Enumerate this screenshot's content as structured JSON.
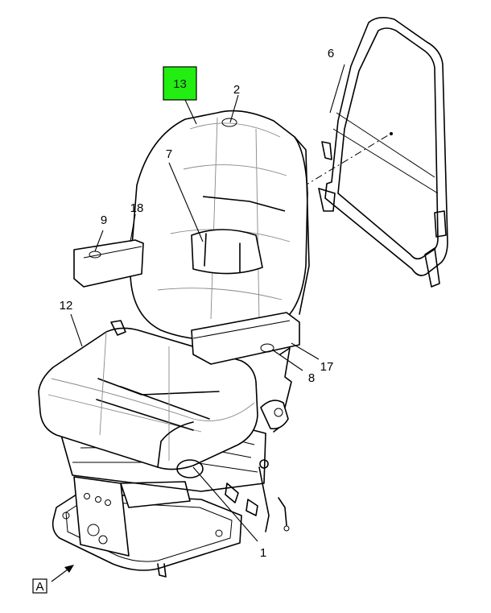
{
  "callouts": {
    "c1": "1",
    "c2": "2",
    "c6": "6",
    "c7": "7",
    "c8": "8",
    "c9": "9",
    "c12": "12",
    "c13": "13",
    "c17": "17",
    "c18": "18"
  },
  "highlight_color": "#22ee11",
  "view_label": "A"
}
